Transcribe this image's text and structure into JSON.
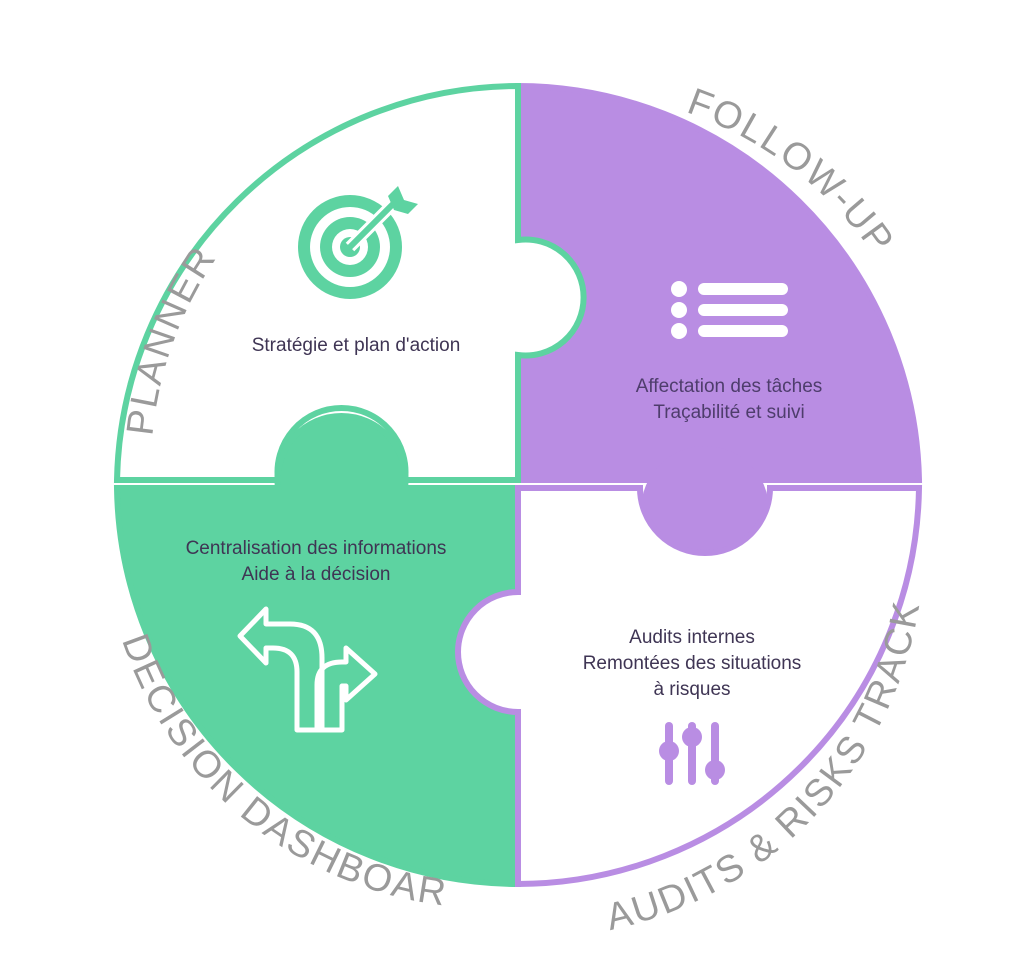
{
  "colors": {
    "green": "#5dd3a1",
    "purple": "#b98de3",
    "label_gray": "#9a9a9a",
    "white": "#ffffff"
  },
  "quadrants": {
    "planner": {
      "title": "PLANNER",
      "icon": "target-icon",
      "lines": [
        "Stratégie et plan d'action"
      ]
    },
    "follow_up": {
      "title": "FOLLOW-UP",
      "icon": "list-icon",
      "lines": [
        "Affectation des tâches",
        "Traçabilité et suivi"
      ]
    },
    "decision": {
      "title": "DECISION DASHBOARD",
      "icon": "direction-arrows-icon",
      "lines": [
        "Centralisation des informations",
        "Aide à la décision"
      ]
    },
    "audits": {
      "title": "AUDITS & RISKS TRACKING",
      "icon": "sliders-icon",
      "lines": [
        "Audits internes",
        "Remontées des situations",
        "à risques"
      ]
    }
  }
}
